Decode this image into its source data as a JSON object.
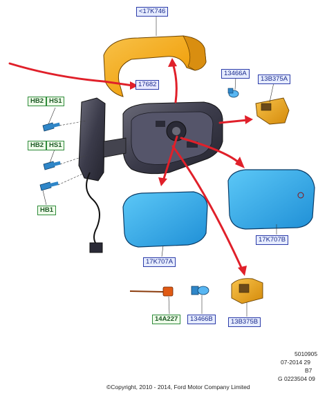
{
  "labels": {
    "cover": "<17K746",
    "hidden": "17682",
    "hb2_top": "HB2",
    "hs1_top": "HS1",
    "hb2_mid": "HB2",
    "hs1_mid": "HS1",
    "hb1": "HB1",
    "bulb_top": "13466A",
    "lamp_top": "13B375A",
    "glass_right": "17K707B",
    "glass_left": "17K707A",
    "wire": "14A227",
    "bulb_bottom": "13466B",
    "lamp_bottom": "13B375B"
  },
  "footer": {
    "code1": "5010905",
    "code2": "07-2014 29",
    "code3": "B7",
    "code4": "G 0223504 09",
    "copyright": "©Copyright, 2010 - 2014, Ford Motor Company Limited"
  },
  "colors": {
    "arrow": "#e0202a",
    "glass": "#39b3f0",
    "cover": "#f2a515",
    "housing": "#3b3b4a",
    "label_blue": "#2a3aa8",
    "label_green": "#2e8b3a"
  },
  "icons": [
    "mirror-cover",
    "mirror-housing",
    "mirror-glass",
    "bulb",
    "lamp-housing",
    "screw",
    "wire-connector"
  ]
}
